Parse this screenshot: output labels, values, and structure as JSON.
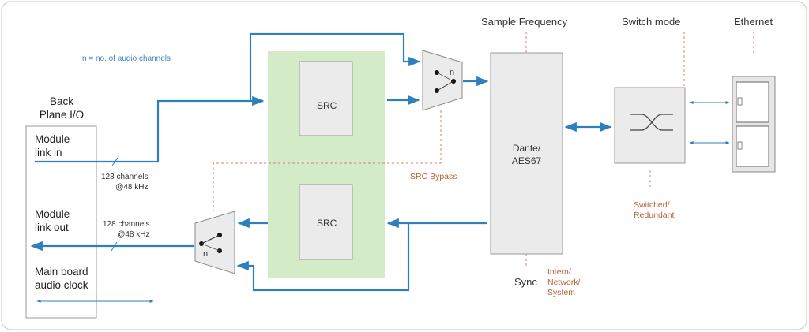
{
  "header": {
    "sample_frequency": "Sample Frequency",
    "switch_mode": "Switch mode",
    "ethernet": "Ethernet"
  },
  "legend": {
    "note": "n =  no. of audio channels"
  },
  "backplane": {
    "title_line1": "Back",
    "title_line2": "Plane I/O",
    "link_in_line1": "Module",
    "link_in_line2": "link in",
    "link_out_line1": "Module",
    "link_out_line2": "link out",
    "clock_line1": "Main board",
    "clock_line2": "audio clock"
  },
  "channels_in": {
    "line1": "128 channels",
    "line2": "@48 kHz"
  },
  "channels_out": {
    "line1": "128 channels",
    "line2": "@48 kHz"
  },
  "src": {
    "top": "SRC",
    "bottom": "SRC",
    "bypass": "SRC Bypass"
  },
  "switch_label": "n",
  "switch_label_bottom": "n",
  "dante": {
    "line1": "Dante/",
    "line2": "AES67"
  },
  "sync": {
    "label": "Sync",
    "mode_line1": "Intern/",
    "mode_line2": "Network/",
    "mode_line3": "System"
  },
  "switched": {
    "line1": "Switched/",
    "line2": "Redundant"
  },
  "colors": {
    "arrow": "#2e7fbe",
    "src_bg": "#d4ebc8",
    "box_fill": "#ebebeb",
    "annotation": "#b4623a",
    "frame": "#c8c8c8"
  }
}
